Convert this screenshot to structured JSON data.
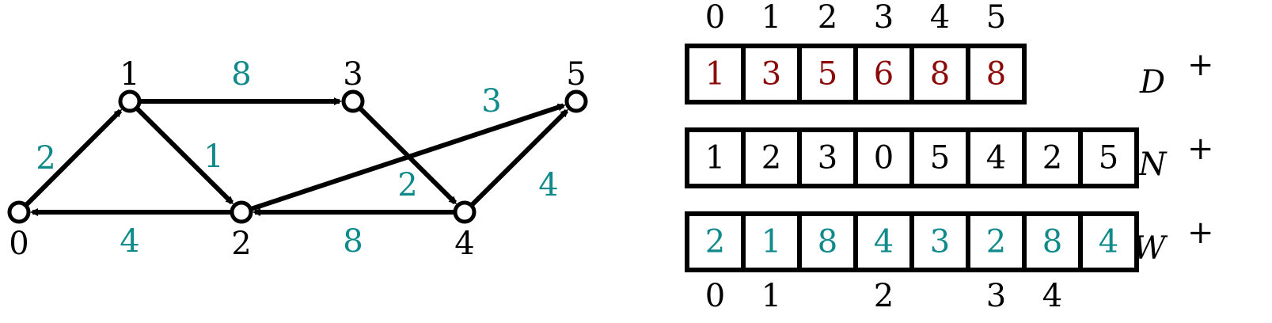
{
  "colors": {
    "ink": "#000000",
    "weight": "#108a8a",
    "degree": "#8b0a0a"
  },
  "graph": {
    "nodes": [
      {
        "id": 0,
        "label": "0"
      },
      {
        "id": 1,
        "label": "1"
      },
      {
        "id": 2,
        "label": "2"
      },
      {
        "id": 3,
        "label": "3"
      },
      {
        "id": 4,
        "label": "4"
      },
      {
        "id": 5,
        "label": "5"
      }
    ],
    "edges": [
      {
        "from": 0,
        "to": 1,
        "weight": "2"
      },
      {
        "from": 1,
        "to": 2,
        "weight": "1"
      },
      {
        "from": 1,
        "to": 3,
        "weight": "8"
      },
      {
        "from": 2,
        "to": 0,
        "weight": "4"
      },
      {
        "from": 2,
        "to": 5,
        "weight": "3"
      },
      {
        "from": 3,
        "to": 4,
        "weight": "2"
      },
      {
        "from": 4,
        "to": 2,
        "weight": "8"
      },
      {
        "from": 4,
        "to": 5,
        "weight": "4"
      }
    ]
  },
  "arrays": {
    "d_plus": {
      "name": "D",
      "sup": "+",
      "index_labels": [
        "0",
        "1",
        "2",
        "3",
        "4",
        "5"
      ],
      "values": [
        "1",
        "3",
        "5",
        "6",
        "8",
        "8"
      ]
    },
    "n_plus": {
      "name": "N",
      "sup": "+",
      "values": [
        "1",
        "2",
        "3",
        "0",
        "5",
        "4",
        "2",
        "5"
      ]
    },
    "w_plus": {
      "name": "W",
      "sup": "+",
      "values": [
        "2",
        "1",
        "8",
        "4",
        "3",
        "2",
        "8",
        "4"
      ],
      "index_labels": [
        "0",
        "1",
        "",
        "2",
        "",
        "3",
        "4",
        ""
      ]
    }
  }
}
